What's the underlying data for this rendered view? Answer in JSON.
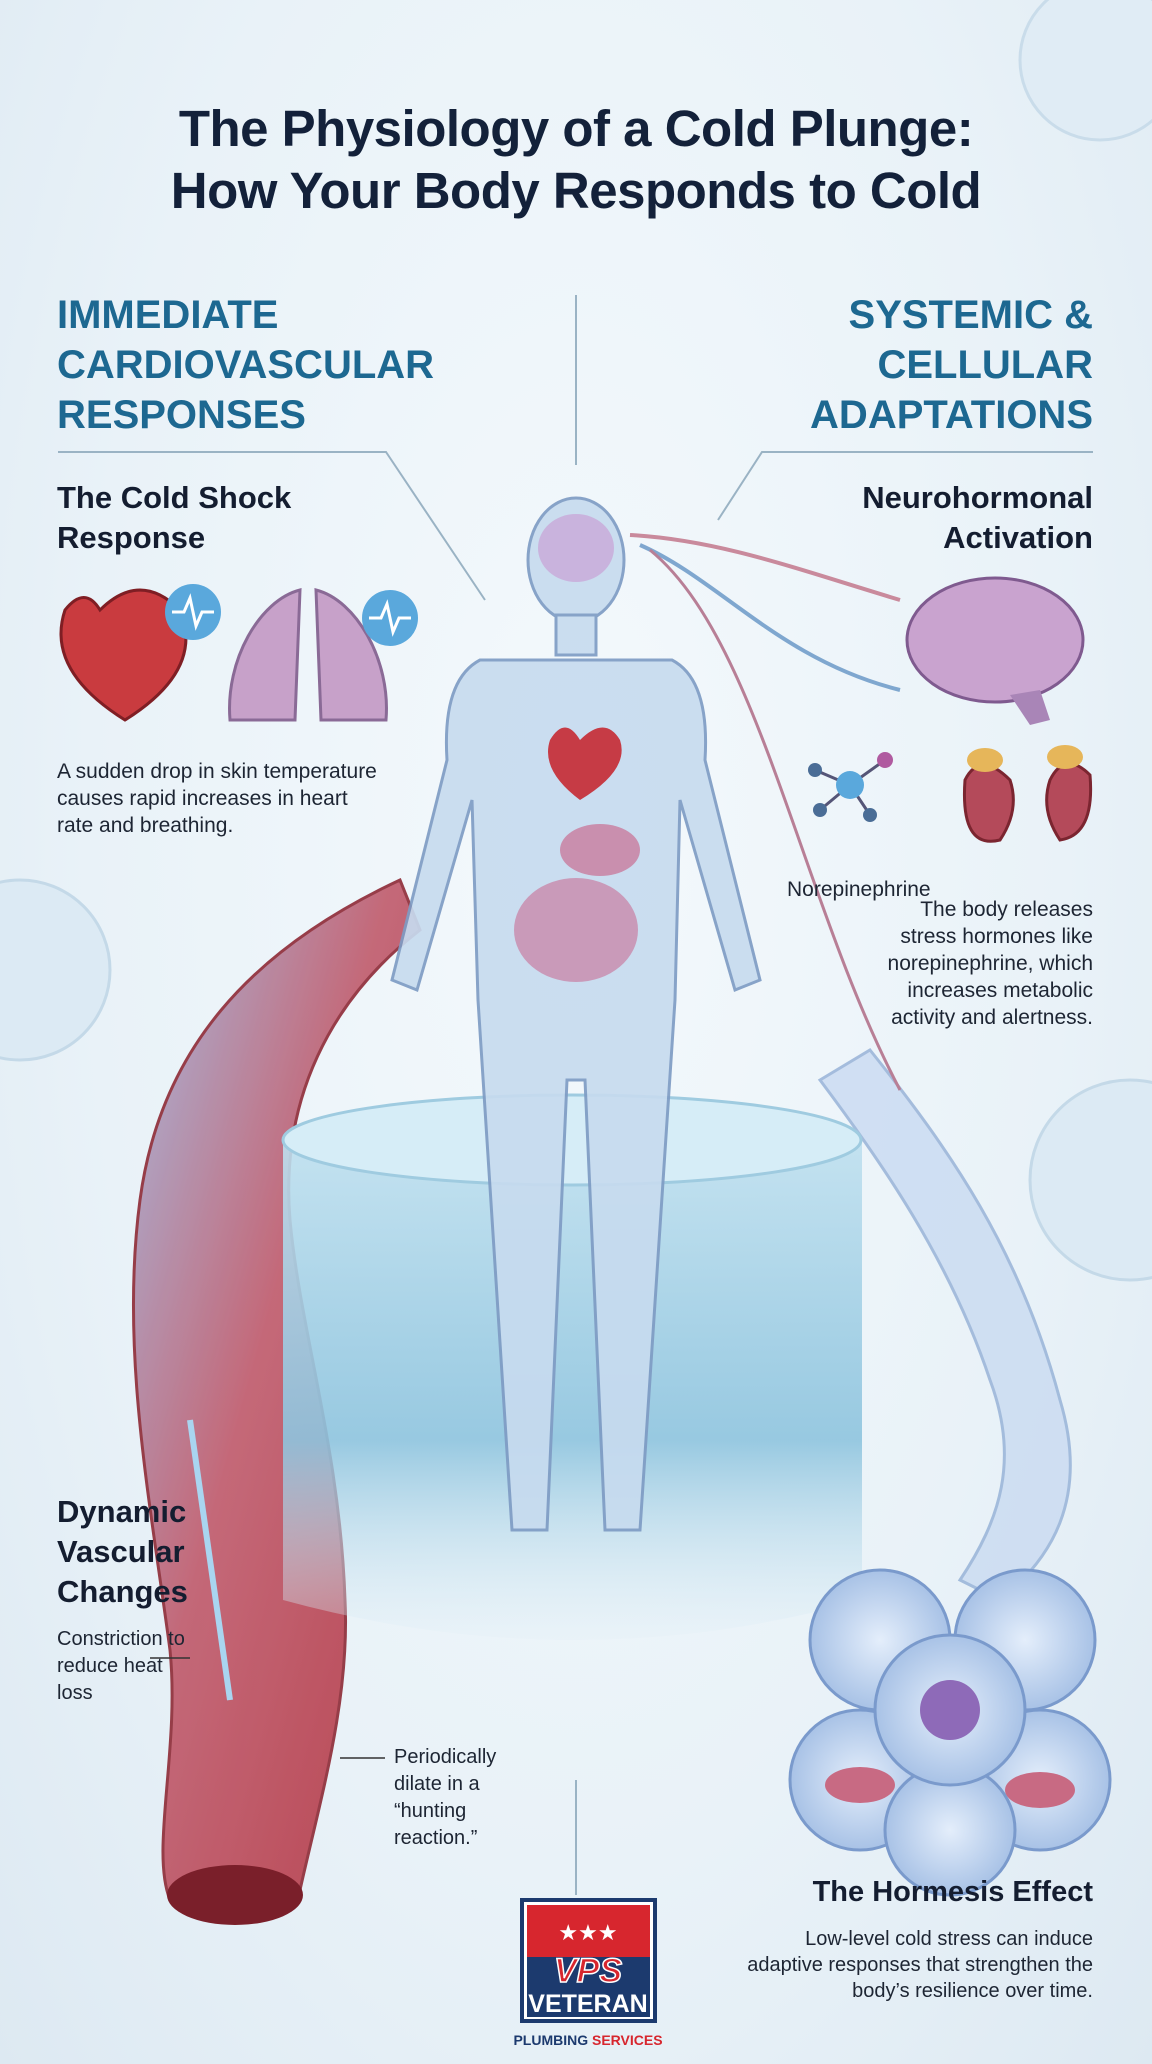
{
  "title": {
    "line1": "The Physiology of a Cold Plunge:",
    "line2": "How Your Body Responds to Cold"
  },
  "left_section": {
    "heading": "IMMEDIATE CARDIOVASCULAR RESPONSES",
    "cold_shock": {
      "title": "The Cold Shock Response",
      "text": "A sudden drop in skin temperature causes rapid increases in heart rate and breathing."
    },
    "vascular": {
      "title": "Dynamic Vascular Changes",
      "constriction": "Constriction to reduce heat loss",
      "dilation": "Periodically dilate in a “hunting reaction.”"
    }
  },
  "right_section": {
    "heading": "SYSTEMIC & CELLULAR ADAPTATIONS",
    "neuro": {
      "title": "Neurohormonal Activation",
      "molecule_label": "Norepinephrine",
      "text": "The body releases stress hormones like norepinephrine, which increases metabolic activity and alertness."
    },
    "hormesis": {
      "title": "The Hormesis Effect",
      "text": "Low-level cold stress can induce adaptive responses that strengthen the body’s resilience over time."
    }
  },
  "logo": {
    "initials": "VPS",
    "name": "VETERAN",
    "tagline_a": "PLUMBING",
    "tagline_b": "SERVICES"
  },
  "colors": {
    "heading_blue": "#1d6891",
    "title_navy": "#13213a",
    "logo_red": "#d7262e",
    "logo_navy": "#1c3a6e"
  }
}
